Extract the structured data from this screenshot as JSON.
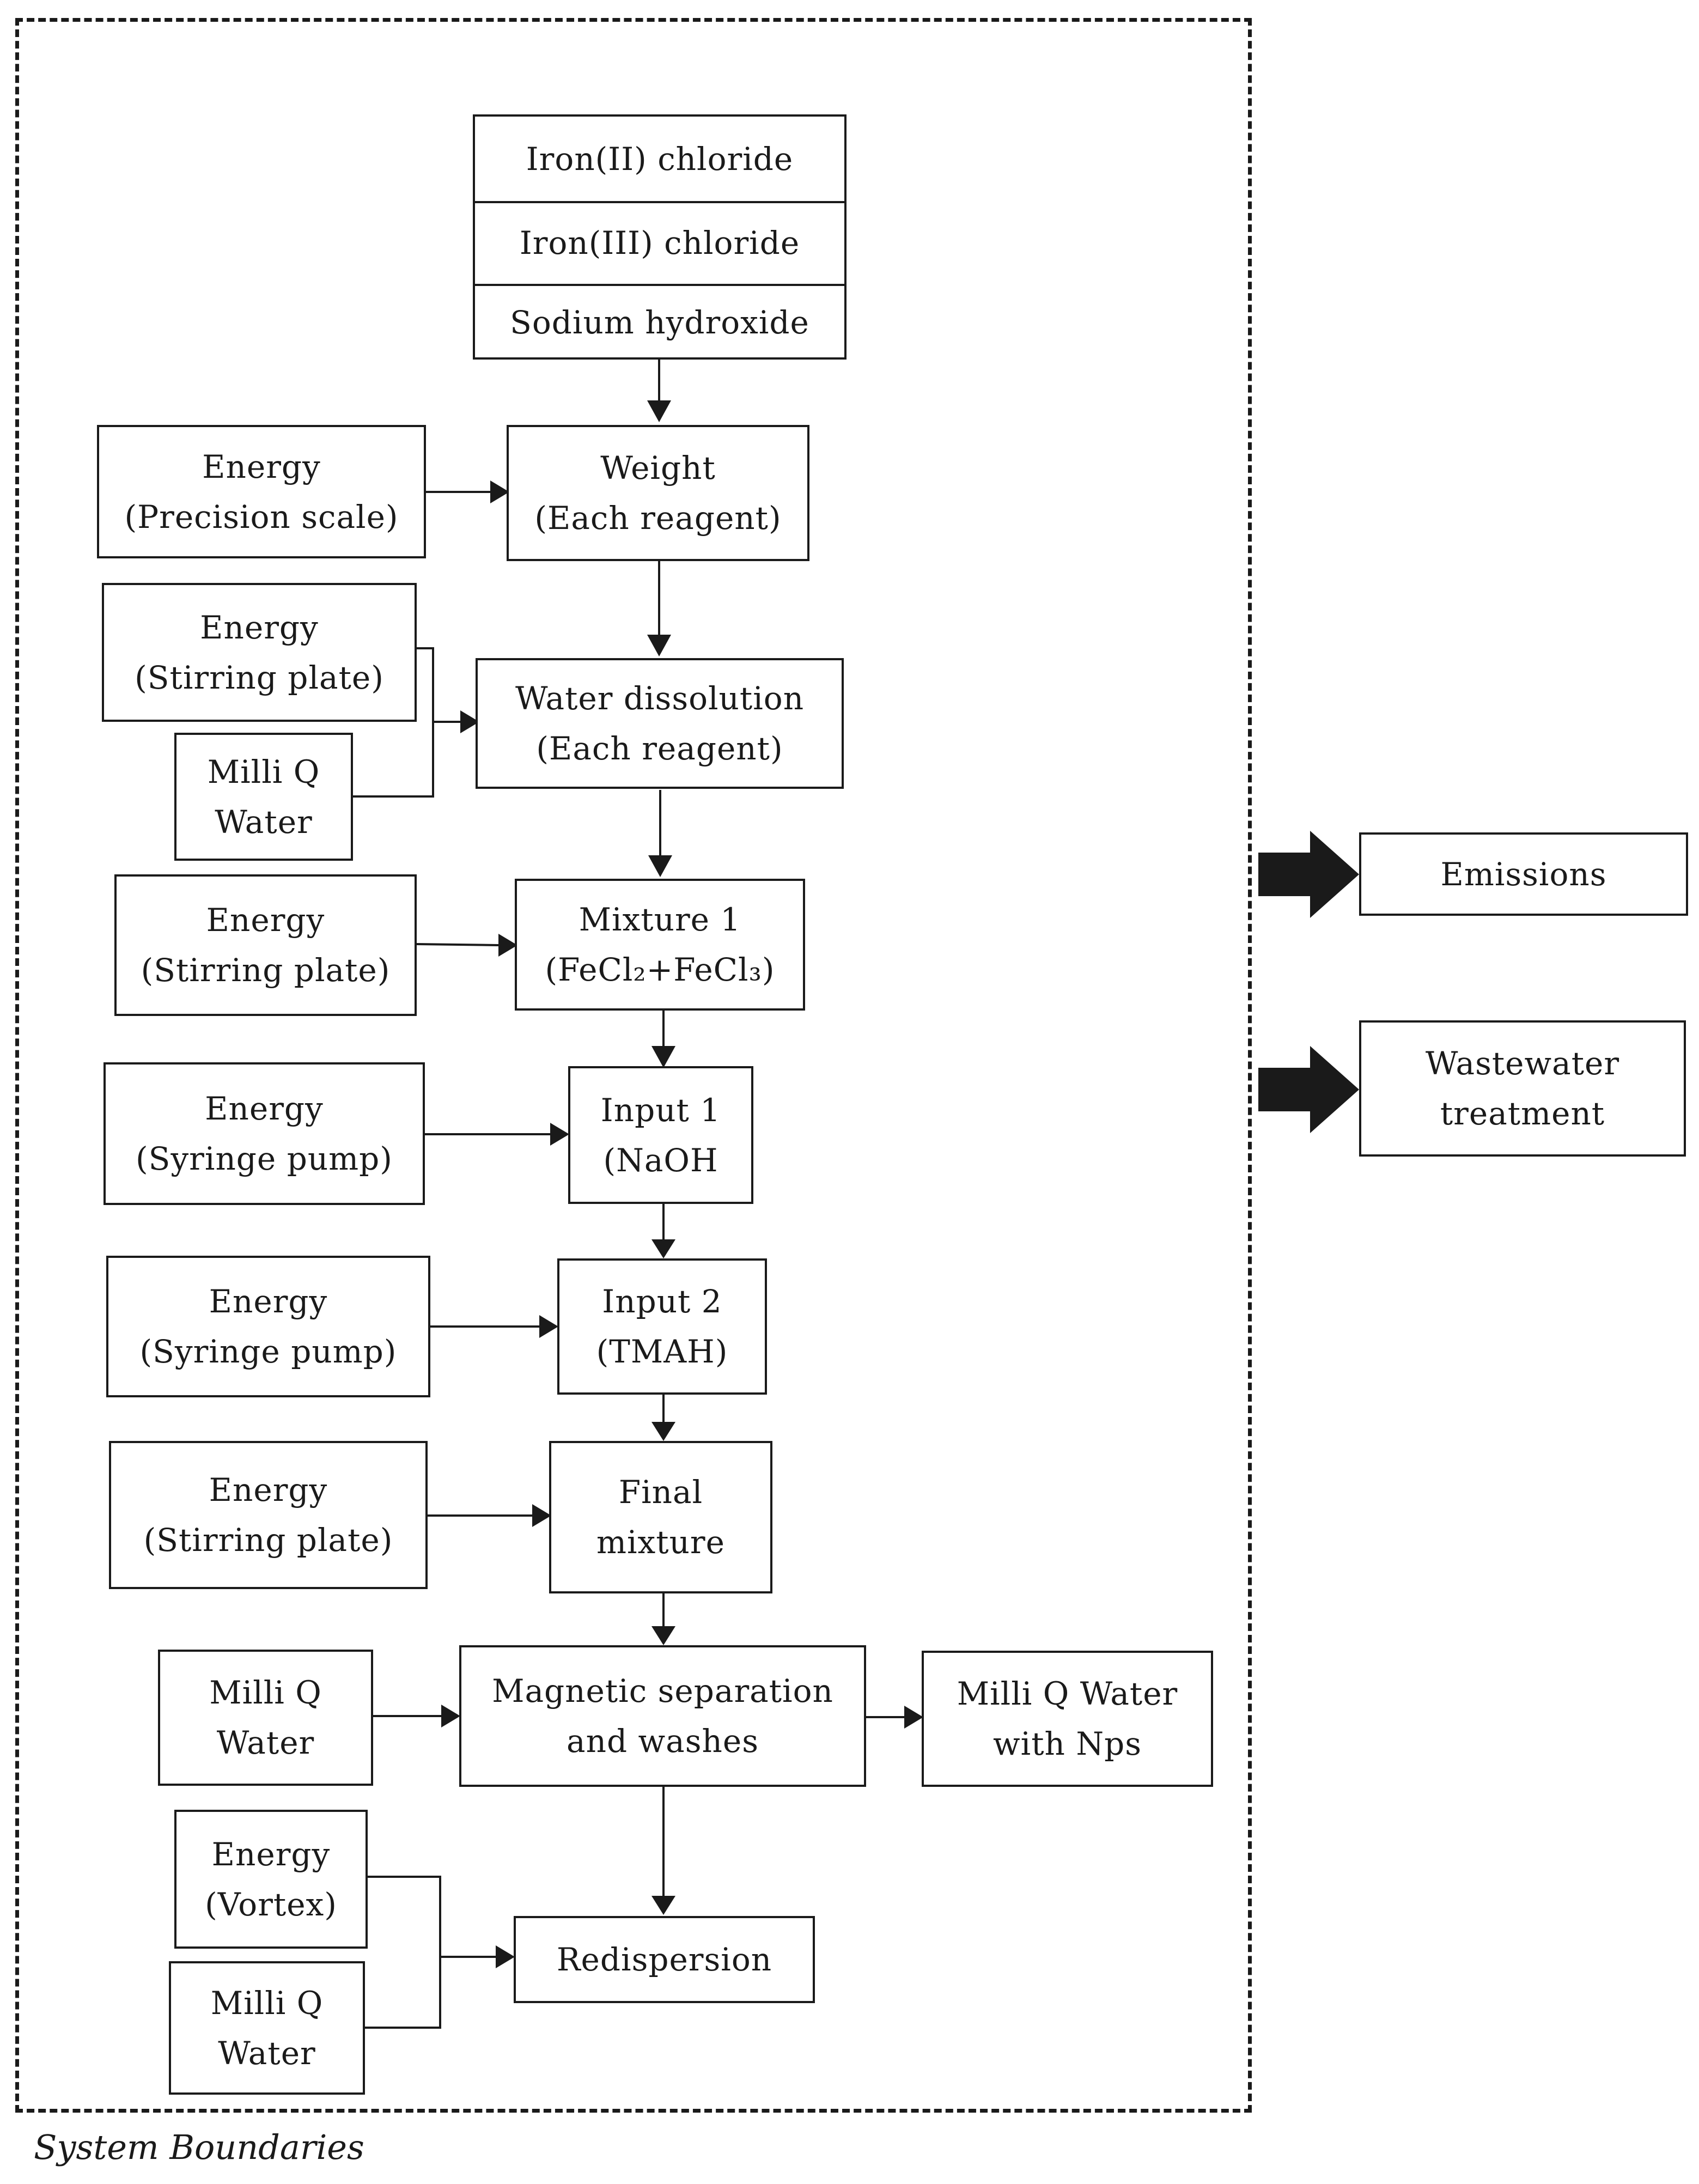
{
  "reagents": [
    "Iron(II) chloride",
    "Iron(III) chloride",
    "Sodium hydroxide"
  ],
  "process": {
    "weight": [
      "Weight",
      "(Each reagent)"
    ],
    "dissolution": [
      "Water dissolution",
      "(Each reagent)"
    ],
    "mixture1": [
      "Mixture 1",
      "(FeCl₂+FeCl₃)"
    ],
    "input1": [
      "Input 1",
      "(NaOH"
    ],
    "input2": [
      "Input 2",
      "(TMAH)"
    ],
    "final": [
      "Final",
      "mixture"
    ],
    "magnetic": [
      "Magnetic separation",
      "and washes"
    ],
    "redispersion": [
      "Redispersion"
    ]
  },
  "inputs": {
    "energy_scale": [
      "Energy",
      "(Precision scale)"
    ],
    "energy_stir1": [
      "Energy",
      "(Stirring plate)"
    ],
    "water1": [
      "Milli Q",
      "Water"
    ],
    "energy_stir2": [
      "Energy",
      "(Stirring plate)"
    ],
    "energy_pump1": [
      "Energy",
      "(Syringe pump)"
    ],
    "energy_pump2": [
      "Energy",
      "(Syringe pump)"
    ],
    "energy_stir3": [
      "Energy",
      "(Stirring plate)"
    ],
    "water2": [
      "Milli Q",
      "Water"
    ],
    "energy_vortex": [
      "Energy",
      "(Vortex)"
    ],
    "water3": [
      "Milli Q",
      "Water"
    ]
  },
  "outputs": {
    "water_nps": [
      "Milli Q Water",
      "with Nps"
    ],
    "emissions": [
      "Emissions"
    ],
    "wastewater": [
      "Wastewater",
      "treatment"
    ]
  },
  "caption": "System Boundaries"
}
